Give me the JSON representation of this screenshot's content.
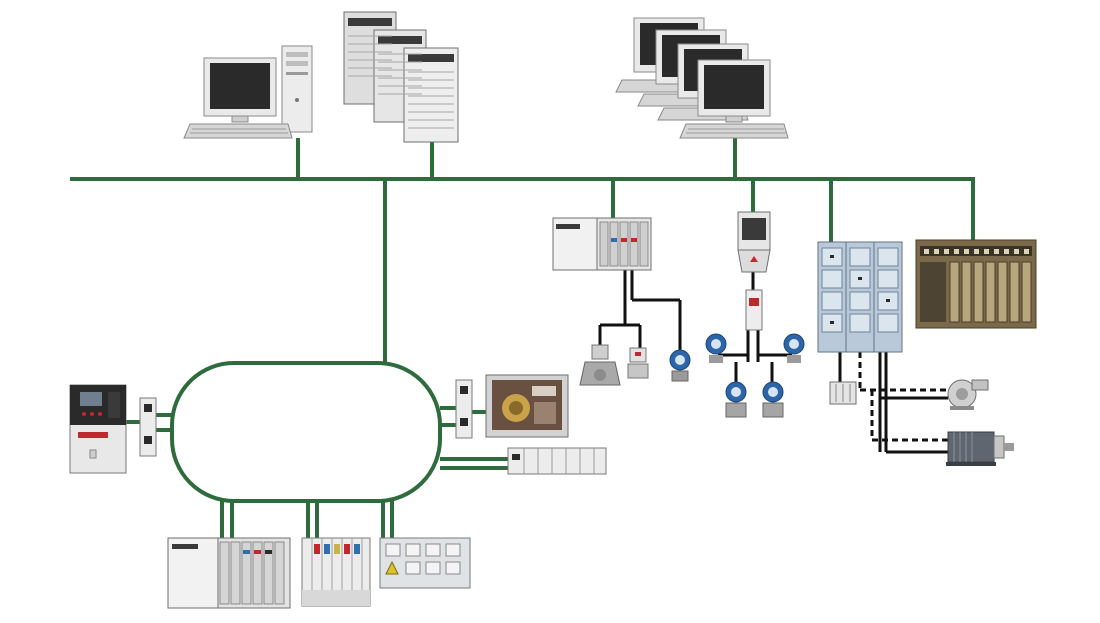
{
  "diagram": {
    "colors": {
      "network": "#2e6b3d",
      "device_cable": "#111111",
      "background": "#ffffff",
      "device_light": "#e8e8e8",
      "device_dark": "#2a2a2a",
      "accent_red": "#c0282d",
      "accent_blue": "#2f6fb0",
      "field_blue": "#2c66a8",
      "mcc_panel": "#b9c9d9",
      "drive_rack": "#7a6a4a"
    },
    "nodes": [
      {
        "name": "workstation-pc",
        "icon": "desktop-computer-icon"
      },
      {
        "name": "server-rack",
        "icon": "tower-server-icon"
      },
      {
        "name": "operator-stations",
        "icon": "desktop-computer-icon"
      },
      {
        "name": "controller-chassis",
        "icon": "plc-chassis-icon"
      },
      {
        "name": "flow-transmitter",
        "icon": "flow-meter-icon"
      },
      {
        "name": "motor-control-center",
        "icon": "mcc-cabinet-icon"
      },
      {
        "name": "drive-rack",
        "icon": "io-rack-icon"
      },
      {
        "name": "protection-relay",
        "icon": "relay-icon"
      },
      {
        "name": "hmi-panel",
        "icon": "touchscreen-icon"
      },
      {
        "name": "compact-io",
        "icon": "io-module-icon"
      },
      {
        "name": "controllogix-chassis",
        "icon": "plc-chassis-icon"
      },
      {
        "name": "point-io",
        "icon": "io-module-icon"
      },
      {
        "name": "safety-io",
        "icon": "io-module-icon"
      },
      {
        "name": "pump",
        "icon": "pump-icon"
      },
      {
        "name": "motor",
        "icon": "motor-icon"
      }
    ]
  }
}
